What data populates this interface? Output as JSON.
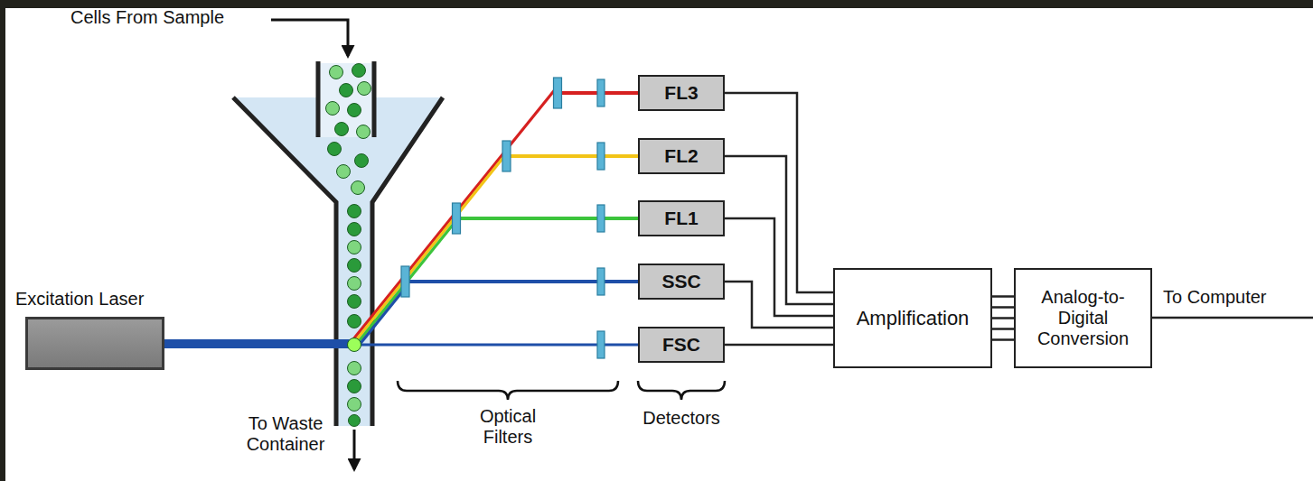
{
  "diagram": {
    "nodes": [
      {
        "text": [
          "Excitation Laser"
        ]
      },
      {
        "text": [
          "FL3"
        ]
      },
      {
        "text": [
          "FL2"
        ]
      },
      {
        "text": [
          "FL1"
        ]
      },
      {
        "text": [
          "SSC"
        ]
      },
      {
        "text": [
          "FSC"
        ]
      },
      {
        "text": [
          "Amplification"
        ]
      },
      {
        "text": [
          "Analog-to- Digital Conversion"
        ]
      }
    ],
    "edges": [
      {
        "from": 1,
        "to": 6,
        "arrow": "none"
      },
      {
        "from": 2,
        "to": 6,
        "arrow": "none"
      },
      {
        "from": 3,
        "to": 6,
        "arrow": "none"
      },
      {
        "from": 4,
        "to": 6,
        "arrow": "none"
      },
      {
        "from": 5,
        "to": 6,
        "arrow": "none"
      },
      {
        "from": 6,
        "to": 7,
        "arrow": "none"
      }
    ],
    "labels": [
      "Cells From Sample",
      "To Waste Container",
      "Optical Filters",
      "Detectors",
      "To Computer"
    ]
  }
}
